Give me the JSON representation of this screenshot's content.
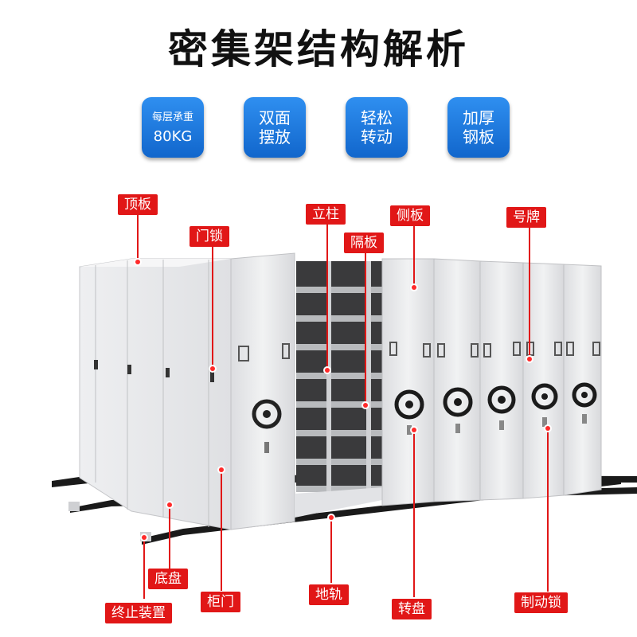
{
  "title": "密集架结构解析",
  "badges": [
    {
      "line1": "每层承重",
      "line2": "80KG"
    },
    {
      "line1": "双面",
      "line2": "摆放"
    },
    {
      "line1": "轻松",
      "line2": "转动"
    },
    {
      "line1": "加厚",
      "line2": "钢板"
    }
  ],
  "labels": {
    "top_plate": "顶板",
    "door_lock": "门锁",
    "column": "立柱",
    "side_plate": "侧板",
    "partition": "隔板",
    "number_plate": "号牌",
    "base": "底盘",
    "stop_device": "终止装置",
    "cabinet_door": "柜门",
    "ground_rail": "地轨",
    "turntable": "转盘",
    "brake_lock": "制动锁"
  },
  "colors": {
    "label_bg": "#e11717",
    "badge_bg": "#1a7ae0",
    "cabinet": "#e9eaec"
  }
}
